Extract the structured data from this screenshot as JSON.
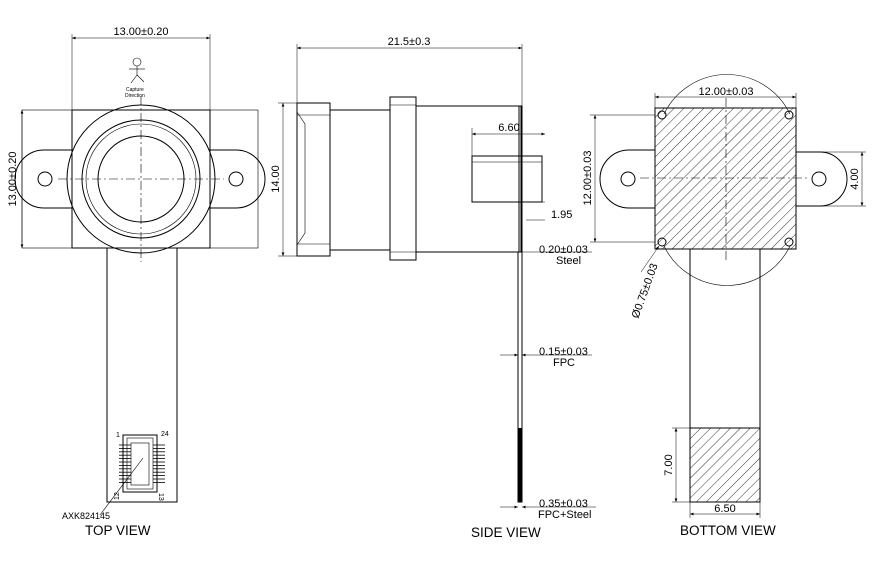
{
  "top_view": {
    "title": "TOP VIEW",
    "width_dim": "13.00±0.20",
    "height_dim": "13.00±0.20",
    "connector_part": "AXK824145",
    "pin_labels": [
      "1",
      "24",
      "12",
      "13"
    ],
    "capture_direction_label": [
      "Capture",
      "Direction"
    ]
  },
  "side_view": {
    "title": "SIDE VIEW",
    "length_dim": "21.5±0.3",
    "lens_height_dim": "14.00",
    "connector_len_dim": "6.60",
    "connector_offset_dim": "1.95",
    "steel_thickness": "0.20±0.03",
    "steel_label": "Steel",
    "fpc_thickness": "0.15±0.03",
    "fpc_label": "FPC",
    "stiffener_thickness": "0.35±0.03",
    "stiffener_label": "FPC+Steel"
  },
  "bottom_view": {
    "title": "BOTTOM VIEW",
    "pad_width_dim": "12.00±0.03",
    "pad_height_dim": "12.00±0.03",
    "hole_dim": "Ø0.75±0.03",
    "ear_dim": "4.00",
    "stiffener_height_dim": "7.00",
    "stiffener_width_dim": "6.50"
  }
}
